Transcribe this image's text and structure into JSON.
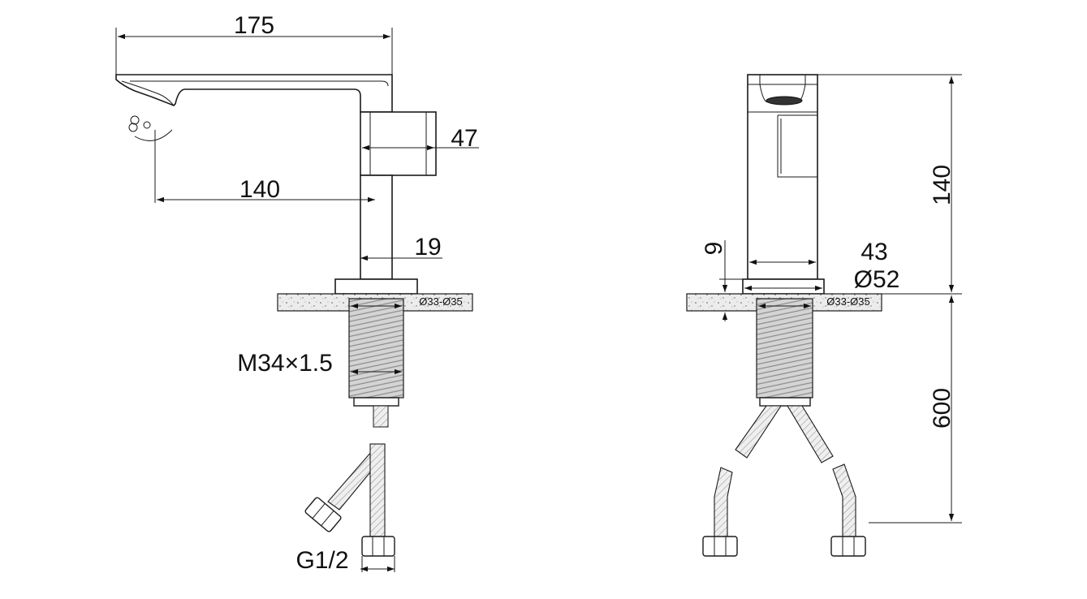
{
  "side_view": {
    "dim_total_length": "175",
    "dim_handle": "47",
    "dim_reach": "140",
    "dim_base": "19",
    "label_hole": "Ø33-Ø35",
    "label_thread": "M34×1.5",
    "label_connector": "G1/2"
  },
  "front_view": {
    "dim_height": "140",
    "dim_counter_thickness": "9",
    "dim_body_width": "43",
    "dim_base_diameter": "Ø52",
    "label_hole": "Ø33-Ø35",
    "dim_hose_length": "600"
  }
}
